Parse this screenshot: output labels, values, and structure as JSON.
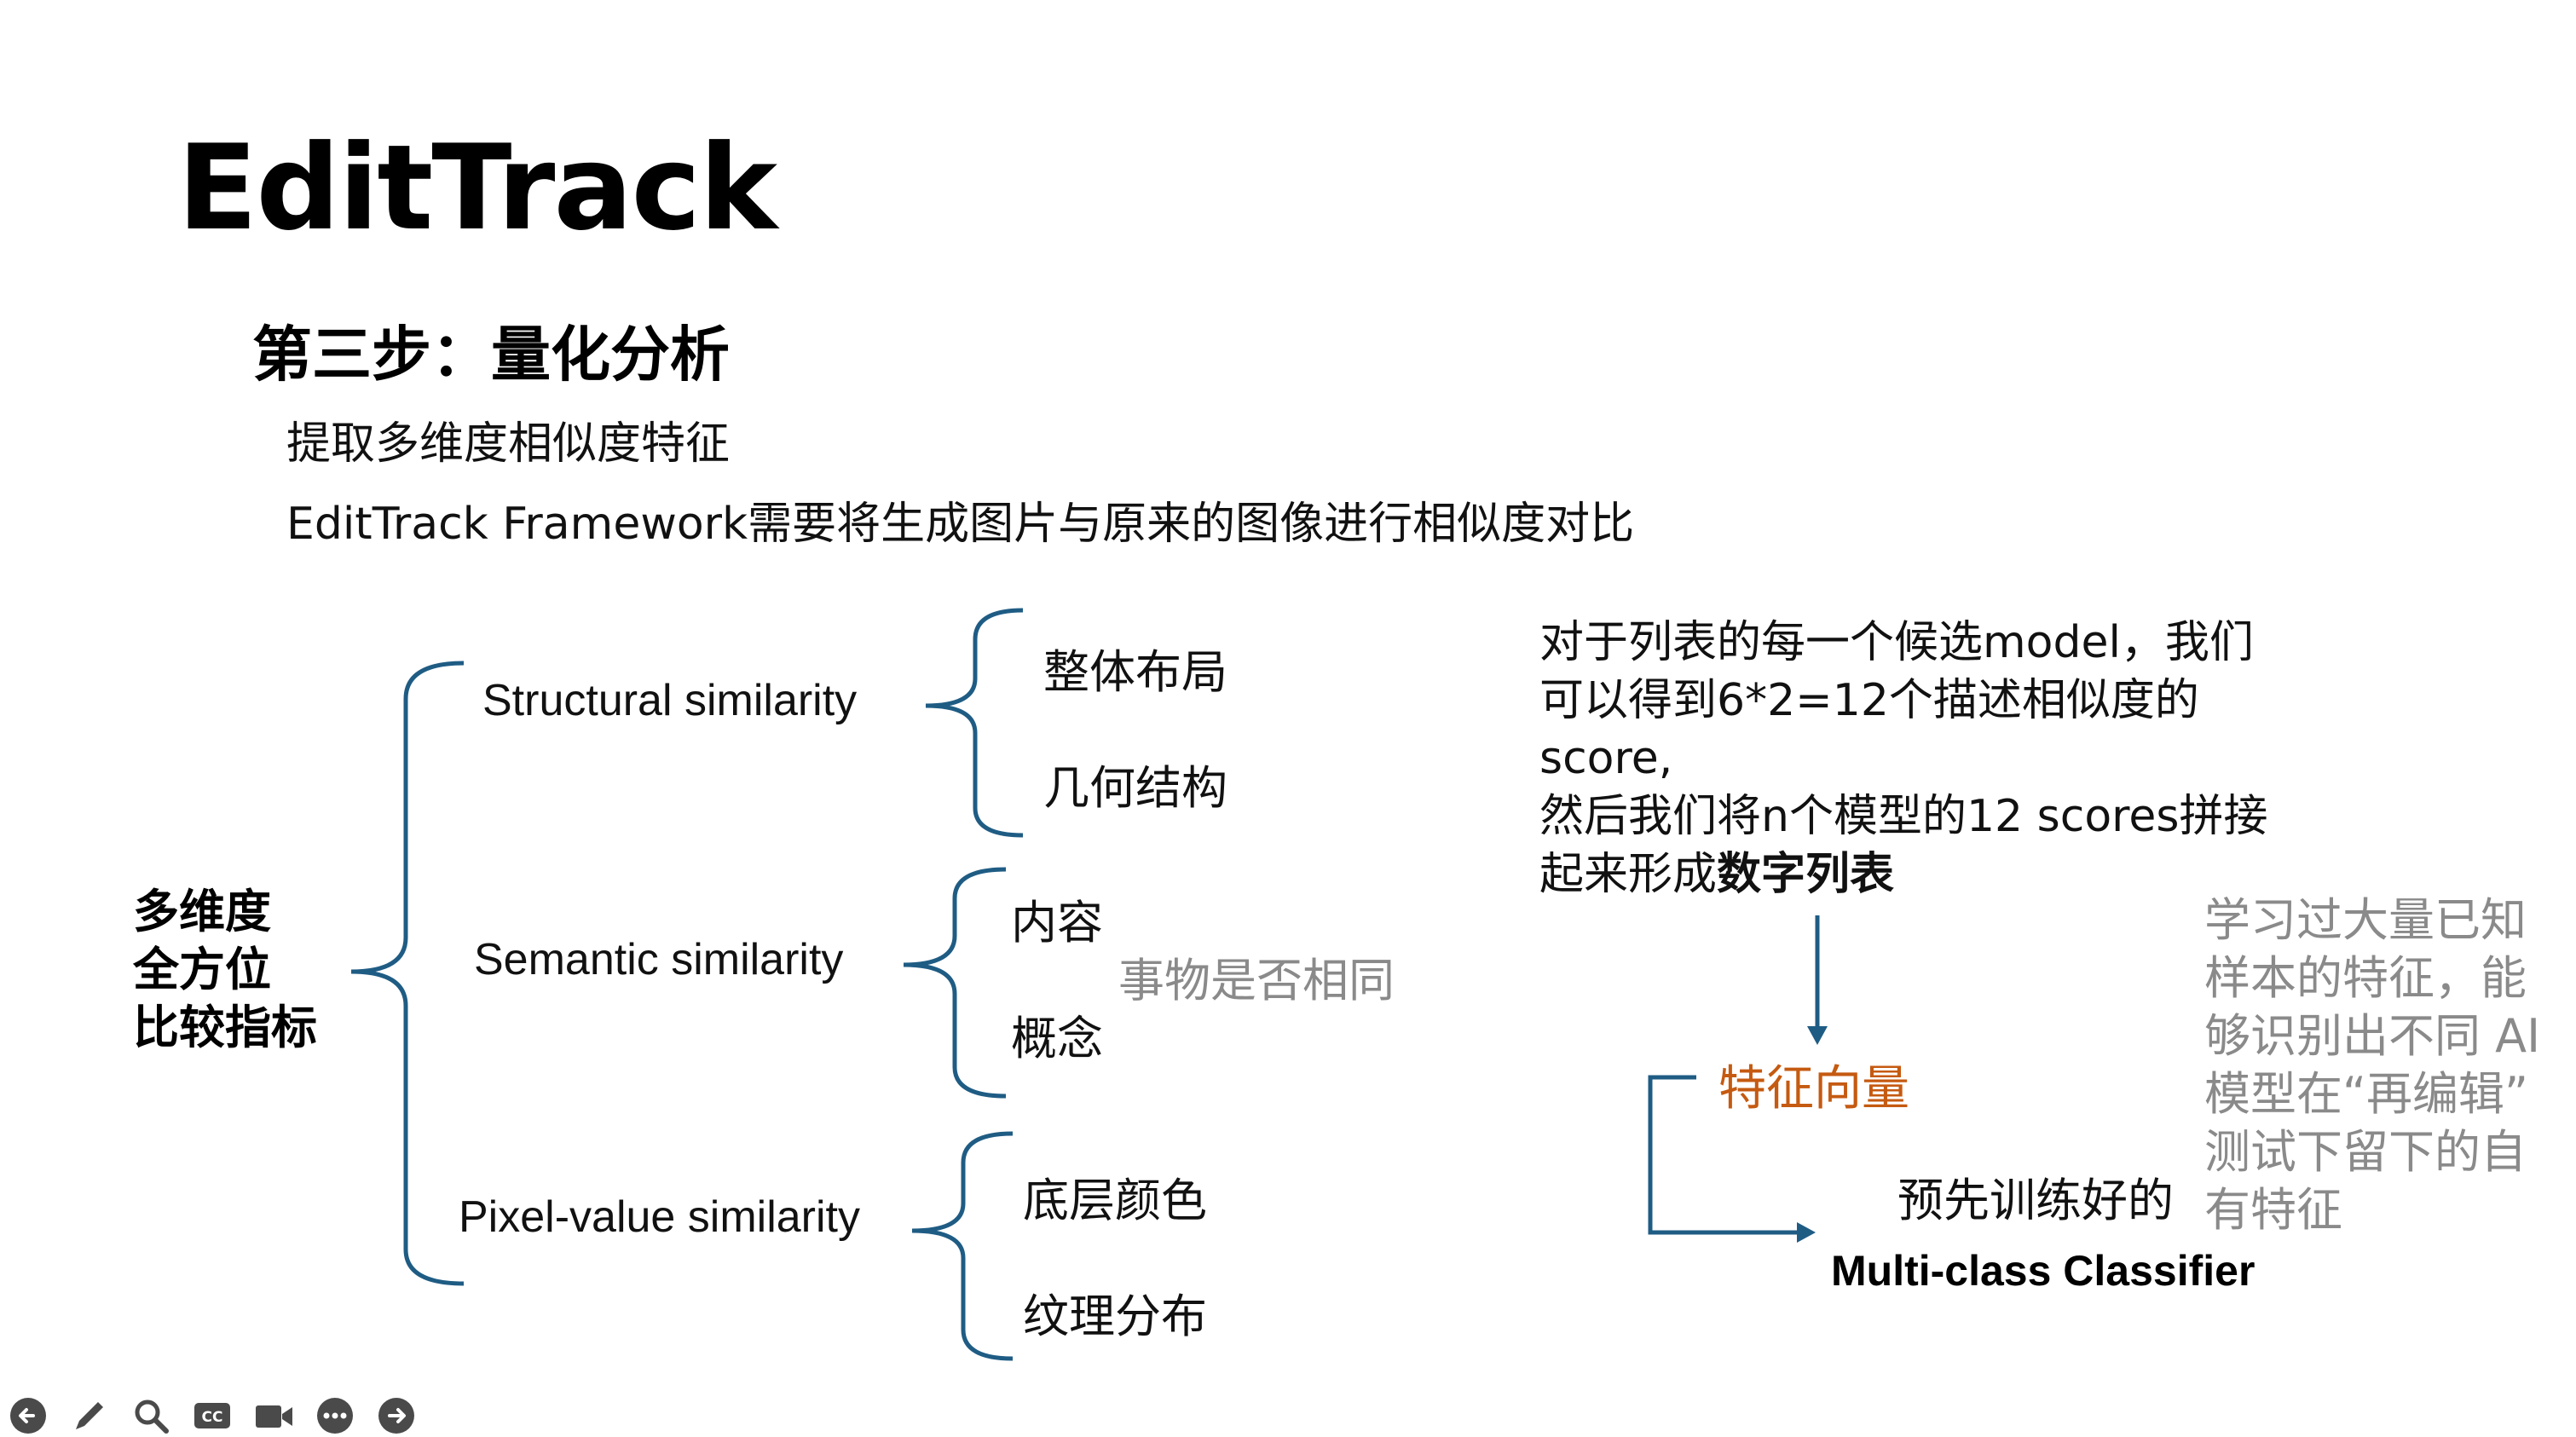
{
  "slide": {
    "title": "EditTrack",
    "step_heading": "第三步：量化分析",
    "subtitle_1": "提取多维度相似度特征",
    "subtitle_2": "EditTrack Framework需要将生成图片与原来的图像进行相似度对比"
  },
  "tree": {
    "root_lines": [
      "多维度",
      "全方位",
      "比较指标"
    ],
    "branches": [
      {
        "label": "Structural similarity",
        "leaves": [
          "整体布局",
          "几何结构"
        ]
      },
      {
        "label": "Semantic similarity",
        "leaves": [
          "内容",
          "概念"
        ],
        "note": "事物是否相同"
      },
      {
        "label": "Pixel-value similarity",
        "leaves": [
          "底层颜色",
          "纹理分布"
        ]
      }
    ]
  },
  "description": {
    "lines": [
      "对于列表的每一个候选model，我们",
      "可以得到6*2=12个描述相似度的",
      "score,",
      "然后我们将n个模型的12 scores拼接"
    ],
    "last_line_prefix": "起来形成",
    "last_line_bold": "数字列表"
  },
  "flow": {
    "feature_vector": "特征向量",
    "pretrained": "预先训练好的",
    "classifier": "Multi-class Classifier"
  },
  "side_note": {
    "lines": [
      "学习过大量已知",
      "样本的特征，能",
      "够识别出不同 AI",
      "模型在“再编辑”",
      "测试下留下的自",
      "有特征"
    ]
  },
  "colors": {
    "bracket": "#1f5c84",
    "feature_vector": "#c55a11",
    "grey_text": "#8a8a8a"
  },
  "toolbar": {
    "icons": [
      "back-arrow-icon",
      "pen-icon",
      "zoom-icon",
      "captions-icon",
      "video-icon",
      "more-icon",
      "forward-arrow-icon"
    ]
  }
}
